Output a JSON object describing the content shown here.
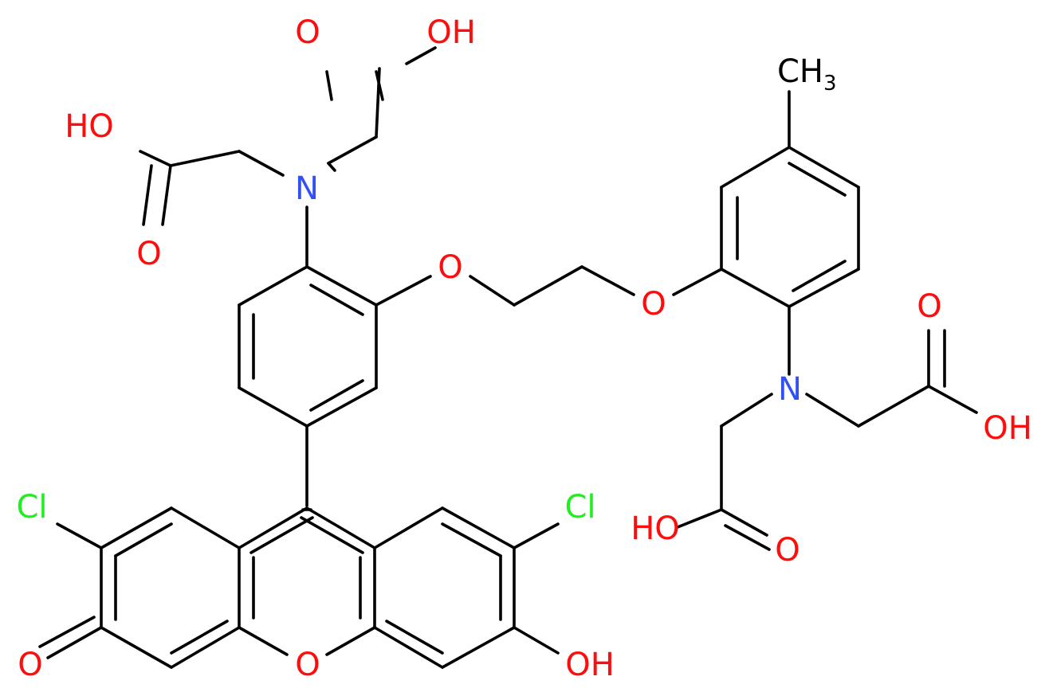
{
  "colors": {
    "bond": "#000000",
    "O": "#ff0d0d",
    "N": "#3050f8",
    "Cl": "#1ff01f",
    "C": "#000000",
    "background": "#ffffff"
  },
  "labels": {
    "oh_top": "OH",
    "o_top": "O",
    "ho_left": "HO",
    "o_left": "O",
    "n_left": "N",
    "o_ether1": "O",
    "o_ether2": "O",
    "ch3_main": "CH",
    "ch3_sub": "3",
    "n_right": "N",
    "o_right_top": "O",
    "oh_right": "OH",
    "ho_right_bottom": "HO",
    "o_right_bottom": "O",
    "cl_left": "Cl",
    "cl_right": "Cl",
    "o_keto": "O",
    "o_xanthene": "O",
    "oh_bottom": "OH"
  }
}
